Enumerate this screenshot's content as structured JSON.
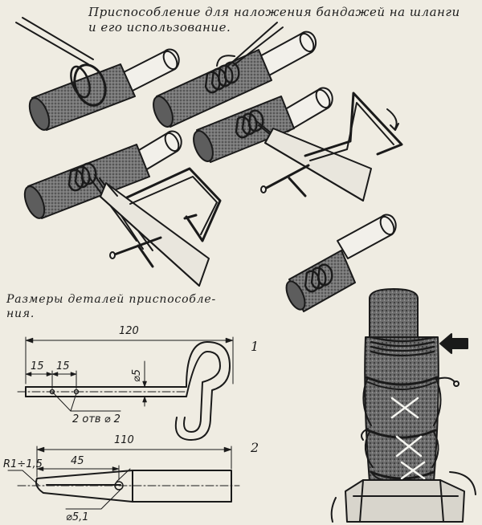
{
  "title": {
    "line1": "Приспособление для наложения бандажей на шланги",
    "line2": "и его использование."
  },
  "subtitle": {
    "line1": "Размеры деталей приспособле-",
    "line2": "ния."
  },
  "part1": {
    "figure_number": "1",
    "dim_overall": "120",
    "dim_seg1": "15",
    "dim_seg2": "15",
    "dim_rod_diameter": "⌀5",
    "note_holes": "2 отв ⌀ 2"
  },
  "part2": {
    "figure_number": "2",
    "dim_overall": "110",
    "dim_slot": "45",
    "dim_radius": "R1÷1,5",
    "dim_diameter": "⌀5,1"
  },
  "colors": {
    "paper": "#efece2",
    "ink": "#1a1a1a",
    "hose_fill": "#6f6f6f",
    "tube_fill": "#f2f0ea"
  }
}
